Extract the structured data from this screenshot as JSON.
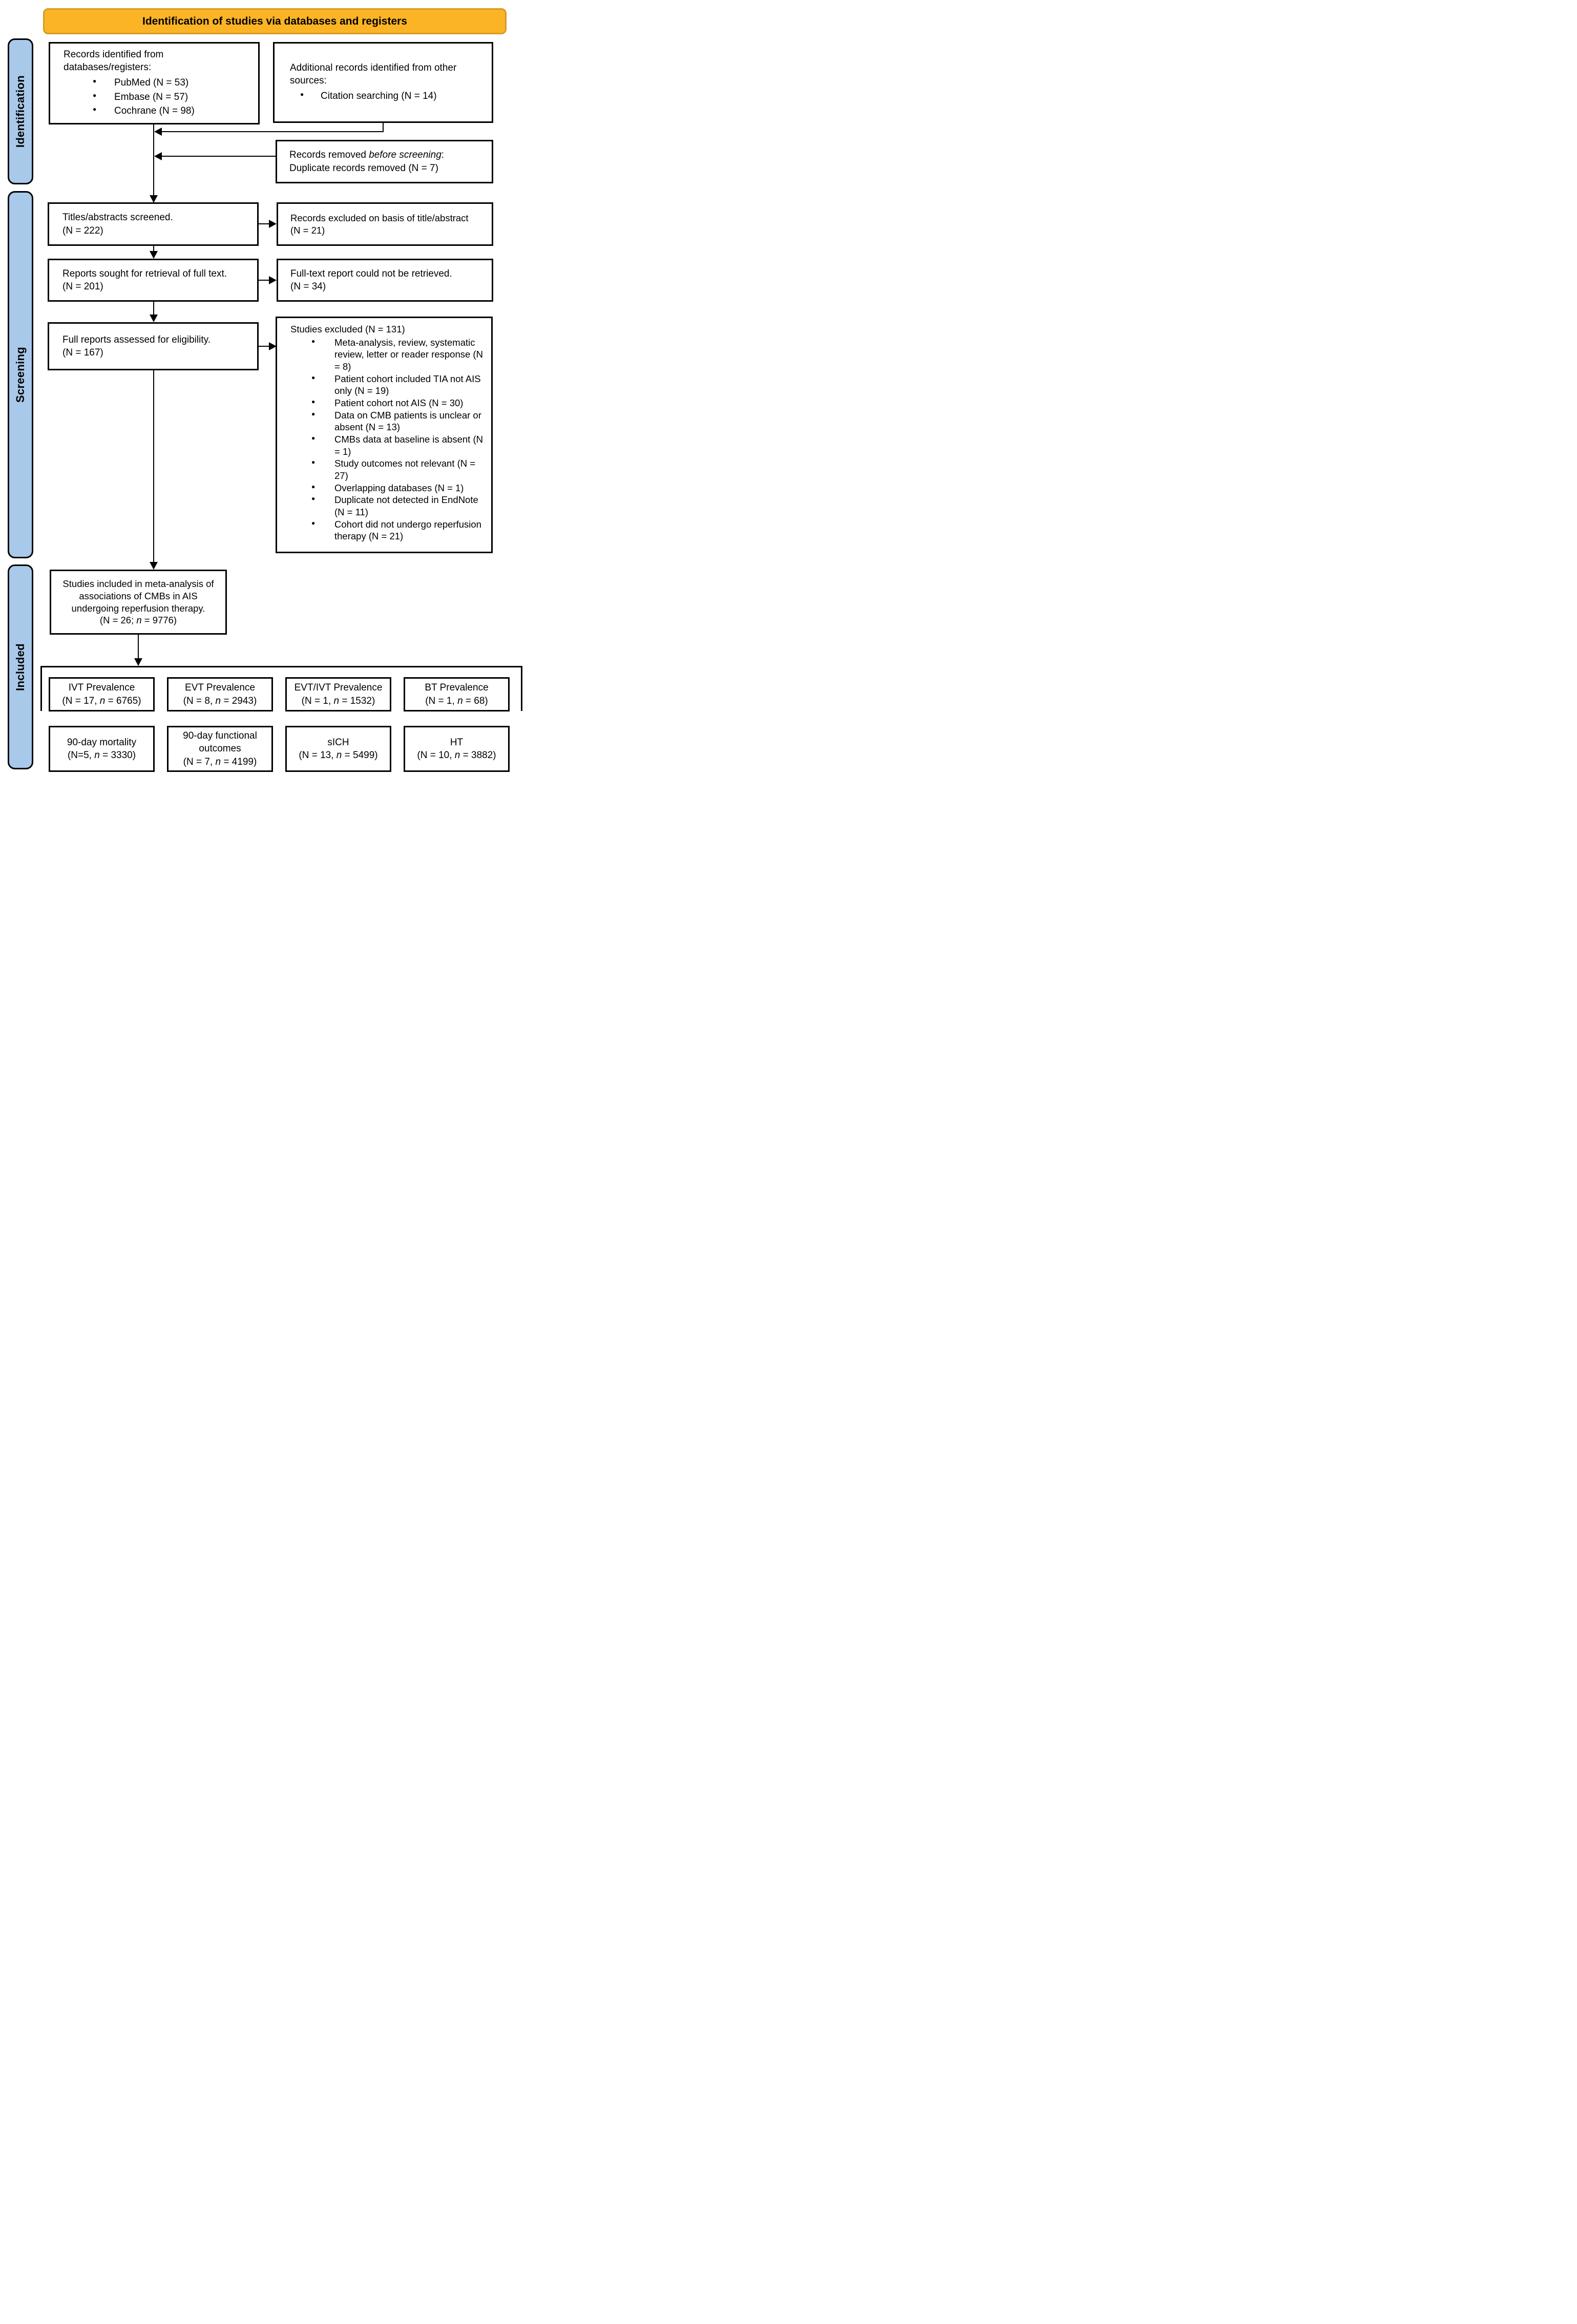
{
  "banner": {
    "title": "Identification of studies via databases and registers"
  },
  "sidebar": {
    "identification_label": "Identification",
    "screening_label": "Screening",
    "included_label": "Included"
  },
  "identification": {
    "records_identified": {
      "intro": "Records identified from databases/registers:",
      "items": [
        "PubMed (N = 53)",
        "Embase (N = 57)",
        "Cochrane (N = 98)"
      ]
    },
    "additional_records": {
      "intro": "Additional records identified from other sources:",
      "items": [
        "Citation searching (N = 14)"
      ]
    },
    "records_removed": {
      "line1": "Records removed *before screening*:",
      "line2": "Duplicate records removed (N = 7)"
    }
  },
  "screening": {
    "titles_screened": {
      "line1": "Titles/abstracts screened.",
      "line2": "(N = 222)"
    },
    "records_excluded": {
      "line1": "Records excluded on basis of title/abstract",
      "line2": "(N = 21)"
    },
    "reports_sought": {
      "line1": "Reports sought for retrieval of full text.",
      "line2": "(N = 201)"
    },
    "fulltext_not_retrieved": {
      "line1": "Full-text report could not be retrieved.",
      "line2": "(N = 34)"
    },
    "full_reports_assessed": {
      "line1": "Full reports assessed for eligibility.",
      "line2": "(N = 167)"
    },
    "studies_excluded": {
      "title": "Studies excluded (N = 131)",
      "items": [
        "Meta-analysis, review, systematic review, letter or reader response (N = 8)",
        "Patient cohort included TIA not AIS only (N = 19)",
        "Patient cohort not AIS (N = 30)",
        "Data on CMB patients is unclear or absent (N = 13)",
        "CMBs data at baseline is absent (N = 1)",
        "Study outcomes not relevant (N = 27)",
        "Overlapping databases (N = 1)",
        "Duplicate not detected in EndNote (N = 11)",
        "Cohort did not undergo reperfusion therapy (N = 21)"
      ]
    }
  },
  "included": {
    "meta_analysis": {
      "line1": "Studies included in meta-analysis of associations of CMBs in AIS undergoing reperfusion therapy.",
      "line2": "(N = 26; *n* = 9776)"
    },
    "outcomes_row1": [
      {
        "title": "IVT Prevalence",
        "stats": "(N = 17, *n* = 6765)"
      },
      {
        "title": "EVT Prevalence",
        "stats": "(N = 8, *n* = 2943)"
      },
      {
        "title": "EVT/IVT Prevalence",
        "stats": "(N = 1, *n* = 1532)"
      },
      {
        "title": "BT Prevalence",
        "stats": "(N = 1, *n* = 68)"
      }
    ],
    "outcomes_row2": [
      {
        "title": "90-day mortality",
        "stats": "(N=5, *n* = 3330)"
      },
      {
        "title": "90-day functional outcomes",
        "stats": "(N = 7, *n* = 4199)"
      },
      {
        "title": "sICH",
        "stats": "(N = 13, *n* = 5499)"
      },
      {
        "title": "HT",
        "stats": "(N = 10, *n* = 3882)"
      }
    ]
  },
  "colors": {
    "sidebar_fill": "#a9c9ea",
    "banner_fill": "#fbb425",
    "banner_border": "#d79b24"
  }
}
